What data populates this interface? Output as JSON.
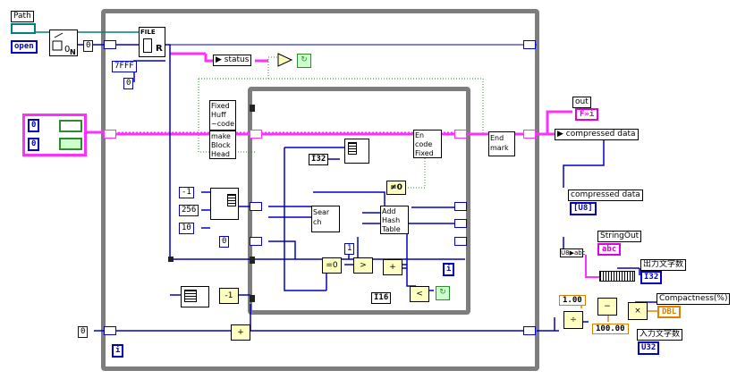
{
  "controls": {
    "path": "Path",
    "open": "open",
    "zero_const": "0",
    "hex_const": "7FFF",
    "zero_const2": "0",
    "row_zero1": "0",
    "row_zero2": "0",
    "bottom_zero": "0"
  },
  "file_node": {
    "label": "FILE",
    "mode": "R"
  },
  "nodes": {
    "status": "status",
    "fixed_huff": "Fixed\nHuff\n~code",
    "make_block": "make\nBlock\nHead",
    "encode_fixed": "En\ncode\nFixed",
    "end_mark": "End\nmark",
    "search": "Sear\nch",
    "add_hash": "Add\nHash\nTable",
    "i32_label": "I32",
    "i16_label": "I16",
    "num_neg1": "-1",
    "num_256": "256",
    "num_10": "10",
    "num_0": "0",
    "num_1": "1",
    "loop_i": "i",
    "outer_i": "i"
  },
  "outputs": {
    "out": "out",
    "out_ind": "F»i",
    "compressed_label": "compressed data",
    "compressed_data2": "compressed data",
    "u8": "[U8]",
    "string_out": "StringOut",
    "abc": "abc",
    "output_chars_label": "出力文字数",
    "i32": "I32",
    "compactness_label": "Compactness(%)",
    "dbl": "DBL",
    "const_1": "1.00",
    "const_100": "100.00",
    "input_chars_label": "入力文字数",
    "u32": "U32"
  }
}
